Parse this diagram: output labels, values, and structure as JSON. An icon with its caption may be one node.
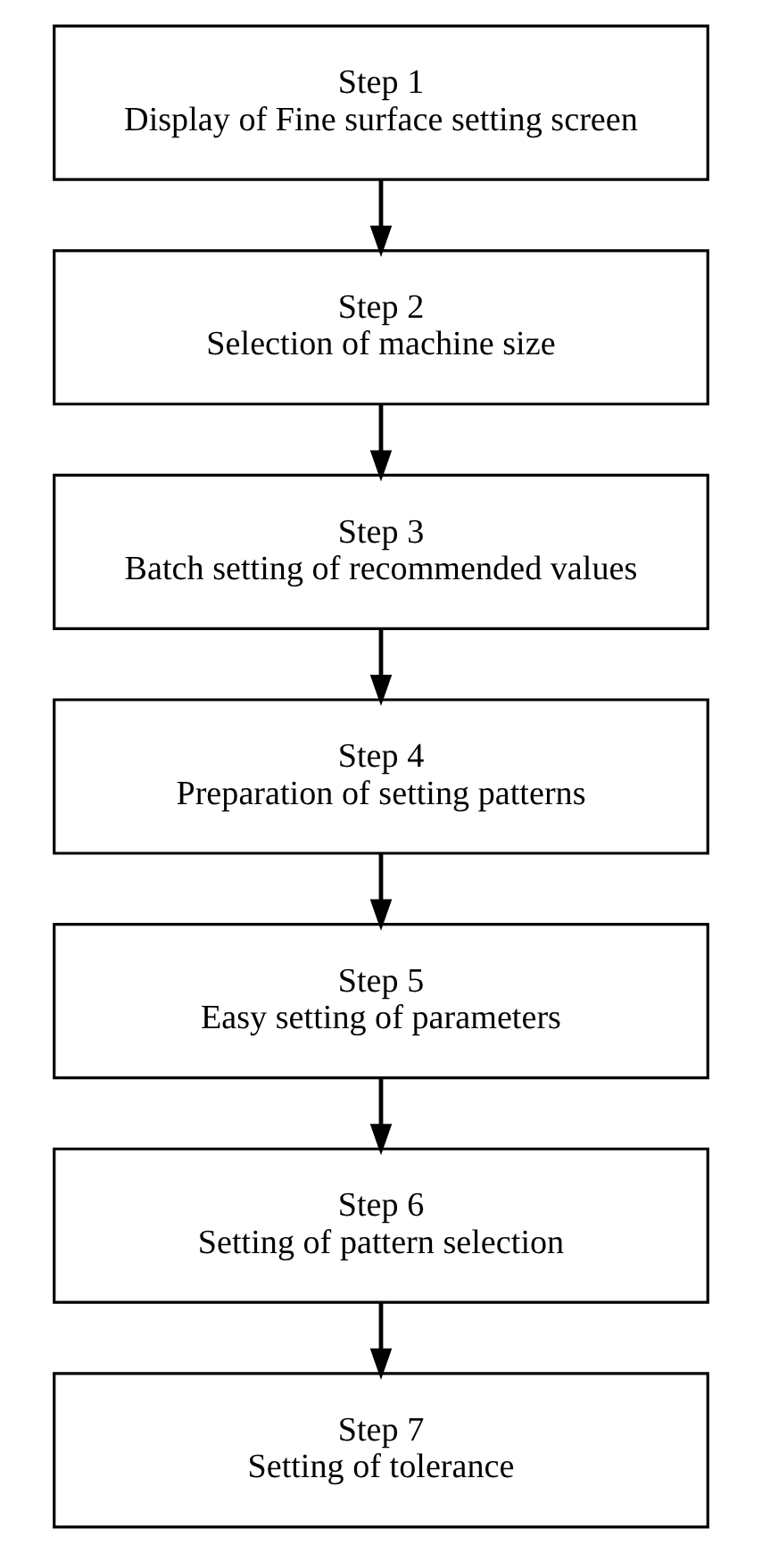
{
  "diagram": {
    "nodes": [
      {
        "text": [
          "Step 1",
          "Display of Fine surface setting screen"
        ]
      },
      {
        "text": [
          "Step 2",
          "Selection of machine size"
        ]
      },
      {
        "text": [
          "Step 3",
          "Batch setting of recommended values"
        ]
      },
      {
        "text": [
          "Step 4",
          "Preparation of setting patterns"
        ]
      },
      {
        "text": [
          "Step 5",
          "Easy setting of parameters"
        ]
      },
      {
        "text": [
          "Step 6",
          "Setting of pattern selection"
        ]
      },
      {
        "text": [
          "Step 7",
          "Setting of tolerance"
        ]
      }
    ],
    "edges": [
      {
        "from": 0,
        "to": 1,
        "arrow": "to"
      },
      {
        "from": 1,
        "to": 2,
        "arrow": "to"
      },
      {
        "from": 2,
        "to": 3,
        "arrow": "to"
      },
      {
        "from": 3,
        "to": 4,
        "arrow": "to"
      },
      {
        "from": 4,
        "to": 5,
        "arrow": "to"
      },
      {
        "from": 5,
        "to": 6,
        "arrow": "to"
      }
    ]
  }
}
